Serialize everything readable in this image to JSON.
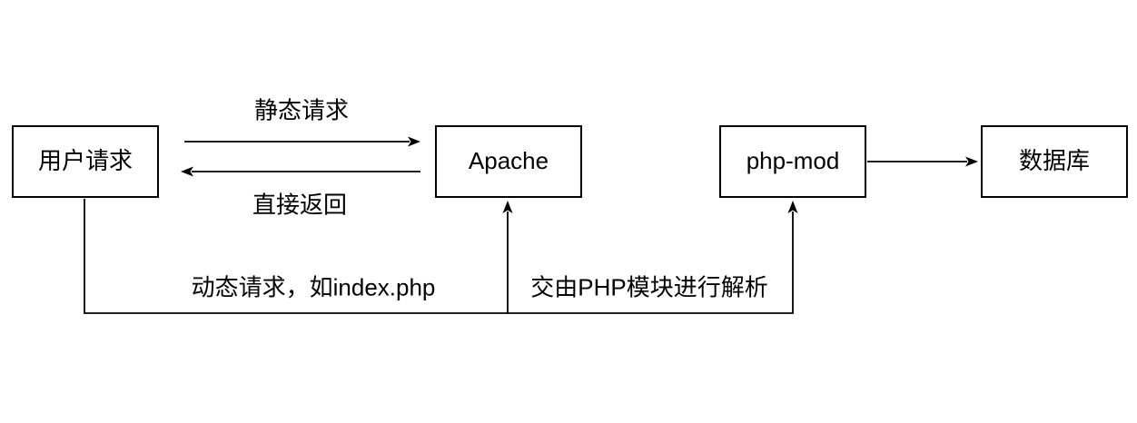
{
  "diagram": {
    "background_color": "#ffffff",
    "stroke_color": "#000000",
    "text_color": "#000000",
    "node_fill_color": "#ffffff",
    "nodes": [
      {
        "id": "user-request",
        "label": "用户请求"
      },
      {
        "id": "apache",
        "label": "Apache"
      },
      {
        "id": "php-mod",
        "label": "php-mod"
      },
      {
        "id": "database",
        "label": "数据库"
      }
    ],
    "edges": [
      {
        "id": "static-request",
        "from": "用户请求",
        "to": "Apache",
        "label": "静态请求",
        "shape": "straight-right-arrow"
      },
      {
        "id": "direct-return",
        "from": "Apache",
        "to": "用户请求",
        "label": "直接返回",
        "shape": "straight-left-arrow"
      },
      {
        "id": "dynamic-request",
        "from": "用户请求",
        "to": "Apache",
        "label": "动态请求，如index.php",
        "shape": "down-right-up-arrow"
      },
      {
        "id": "php-parse",
        "from": "Apache",
        "to": "php-mod",
        "label": "交由PHP模块进行解析",
        "shape": "right-up-arrow"
      },
      {
        "id": "php-to-database",
        "from": "php-mod",
        "to": "数据库",
        "label": "",
        "shape": "straight-right-arrow"
      }
    ]
  }
}
